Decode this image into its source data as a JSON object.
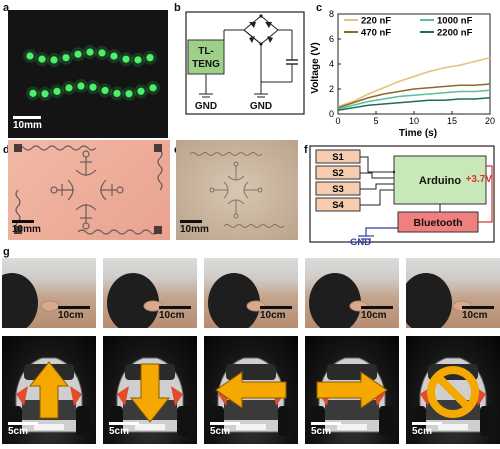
{
  "panels": {
    "a": {
      "label": "a",
      "scale": "10mm"
    },
    "b": {
      "label": "b",
      "source": "TL-\nTENG",
      "gnd_left": "GND",
      "gnd_mid": "GND"
    },
    "c": {
      "label": "c"
    },
    "d": {
      "label": "d",
      "scale": "10mm"
    },
    "e": {
      "label": "e",
      "scale": "10mm"
    },
    "f": {
      "label": "f",
      "inputs": [
        "S1",
        "S2",
        "S3",
        "S4"
      ],
      "controller": "Arduino",
      "module": "Bluetooth",
      "voltage": "+3.7V",
      "gnd": "GND"
    },
    "g": {
      "label": "g",
      "arm_scales": [
        "10cm",
        "10cm",
        "10cm",
        "10cm",
        "10cm"
      ],
      "car_scales": [
        "5cm",
        "5cm",
        "5cm",
        "5cm",
        "5cm"
      ]
    }
  },
  "colors": {
    "teng_box": "#9fd08a",
    "arduino_box": "#c9e8b8",
    "bluetooth_box": "#f08080",
    "sensor_box": "#f6cdb0",
    "power_line": "#e03030",
    "gnd_line": "#2b3fa0",
    "arrow": "#f5a800"
  },
  "chart_data": {
    "type": "line",
    "xlabel": "Time (s)",
    "ylabel": "Voltage (V)",
    "xlim": [
      0,
      20
    ],
    "ylim": [
      0,
      8
    ],
    "xticks": [
      0,
      5,
      10,
      15,
      20
    ],
    "yticks": [
      0,
      2,
      4,
      6,
      8
    ],
    "legend_position": "top",
    "series": [
      {
        "name": "220 nF",
        "color": "#e6c27a",
        "x": [
          0,
          2,
          4,
          6,
          8,
          10,
          12,
          14,
          16,
          18,
          20
        ],
        "values": [
          0.6,
          1.0,
          1.6,
          2.1,
          2.6,
          3.0,
          3.4,
          3.7,
          3.9,
          4.2,
          4.5
        ]
      },
      {
        "name": "470 nF",
        "color": "#8b6a2b",
        "x": [
          0,
          2,
          4,
          6,
          8,
          10,
          12,
          14,
          16,
          18,
          20
        ],
        "values": [
          0.5,
          0.9,
          1.3,
          1.6,
          1.8,
          2.0,
          2.1,
          2.2,
          2.3,
          2.3,
          2.4
        ]
      },
      {
        "name": "1000 nF",
        "color": "#5bbf9a",
        "x": [
          0,
          2,
          4,
          6,
          8,
          10,
          12,
          14,
          16,
          18,
          20
        ],
        "values": [
          0.4,
          0.7,
          1.0,
          1.2,
          1.4,
          1.5,
          1.6,
          1.7,
          1.8,
          1.8,
          1.9
        ]
      },
      {
        "name": "2200 nF",
        "color": "#1f6e5e",
        "x": [
          0,
          2,
          4,
          6,
          8,
          10,
          12,
          14,
          16,
          18,
          20
        ],
        "values": [
          0.3,
          0.5,
          0.7,
          0.8,
          0.9,
          1.0,
          1.1,
          1.1,
          1.2,
          1.2,
          1.3
        ]
      }
    ]
  }
}
